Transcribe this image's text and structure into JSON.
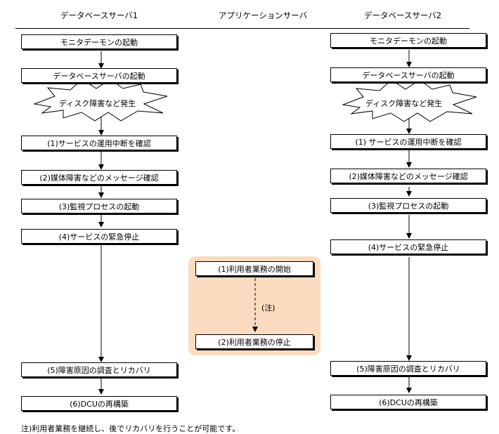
{
  "columns": {
    "db1": "データベースサーバ1",
    "app": "アプリケーションサーバ",
    "db2": "データベースサーバ2"
  },
  "db1_steps": {
    "monitor": "モニタデーモンの起動",
    "db_start": "データベースサーバの起動",
    "incident": "ディスク障害など発生",
    "step1": "(1)サービスの運用中断を確認",
    "step2": "(2)媒体障害などのメッセージ確認",
    "step3": "(3)監視プロセスの起動",
    "step4": "(4)サービスの緊急停止",
    "step5": "(5)障害原因の調査とリカバリ",
    "step6": "(6)DCUの再構築"
  },
  "db2_steps": {
    "monitor": "モニタデーモンの起動",
    "db_start": "データベースサーバの起動",
    "incident": "ディスク障害など発生",
    "step1": "(1) サービスの運用中断を確認",
    "step2": "(2)媒体障害などのメッセージ確認",
    "step3": "(3)監視プロセスの起動",
    "step4": "(4)サービスの緊急停止",
    "step5": "(5)障害原因の調査とリカバリ",
    "step6": "(6)DCUの再構築"
  },
  "app_steps": {
    "step1": "(1)利用者業務の開始",
    "note_label": "(注)",
    "step2": "(2)利用者業務の停止"
  },
  "footnote": "注)利用者業務を継続し、後でリカバリを行うことが可能です。"
}
